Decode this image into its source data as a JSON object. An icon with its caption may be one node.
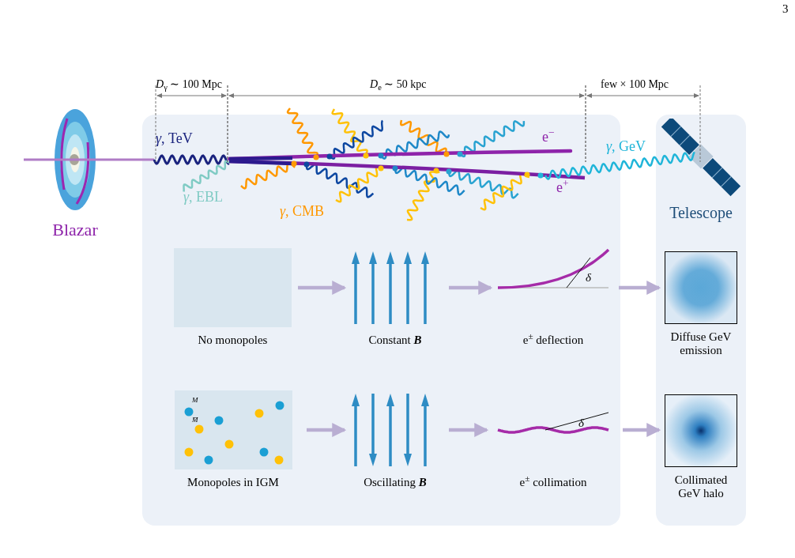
{
  "diagram": {
    "nodes": [
      {
        "text": [
          "Blazar"
        ]
      },
      {
        "text": [],
        "shape": "box"
      },
      {
        "text": [],
        "shape": "box"
      },
      {
        "text": [
          "Telescope"
        ],
        "in": 2
      },
      {
        "text": [
          "No monopoles"
        ],
        "in": 1
      },
      {
        "text": [
          "Constant **B**"
        ],
        "in": 1
      },
      {
        "text": [
          "e$^{±}$  deflection"
        ],
        "in": 1
      },
      {
        "text": [
          "Diffuse GeV emission"
        ],
        "in": 2
      },
      {
        "text": [
          "Monopoles in IGM"
        ],
        "in": 1
      },
      {
        "text": [
          "Oscillating **B**"
        ],
        "in": 1
      },
      {
        "text": [
          "e$^{±}$  collimation"
        ],
        "in": 1
      },
      {
        "text": [
          "Collimated GeV halo"
        ],
        "in": 2
      }
    ],
    "edges": [
      {
        "from": 4,
        "to": 5,
        "arrow": "to"
      },
      {
        "from": 5,
        "to": 6,
        "arrow": "to"
      },
      {
        "from": 6,
        "to": 7,
        "arrow": "to"
      },
      {
        "from": 8,
        "to": 9,
        "arrow": "to"
      },
      {
        "from": 9,
        "to": 10,
        "arrow": "to"
      },
      {
        "from": 10,
        "to": 11,
        "arrow": "to"
      }
    ],
    "labels": [
      "3",
      "*D*$_{γ}$ ∼ 100 Mpc",
      "*D*$_{e}$ ∼ 50 kpc",
      "few × 100 Mpc",
      "*γ*, TeV",
      "*γ*, EBL",
      "*γ*, CMB",
      "e$^{−}$",
      "e$^{+}$",
      "*γ*, GeV",
      "δ",
      "M",
      "M̄",
      "δ"
    ]
  }
}
